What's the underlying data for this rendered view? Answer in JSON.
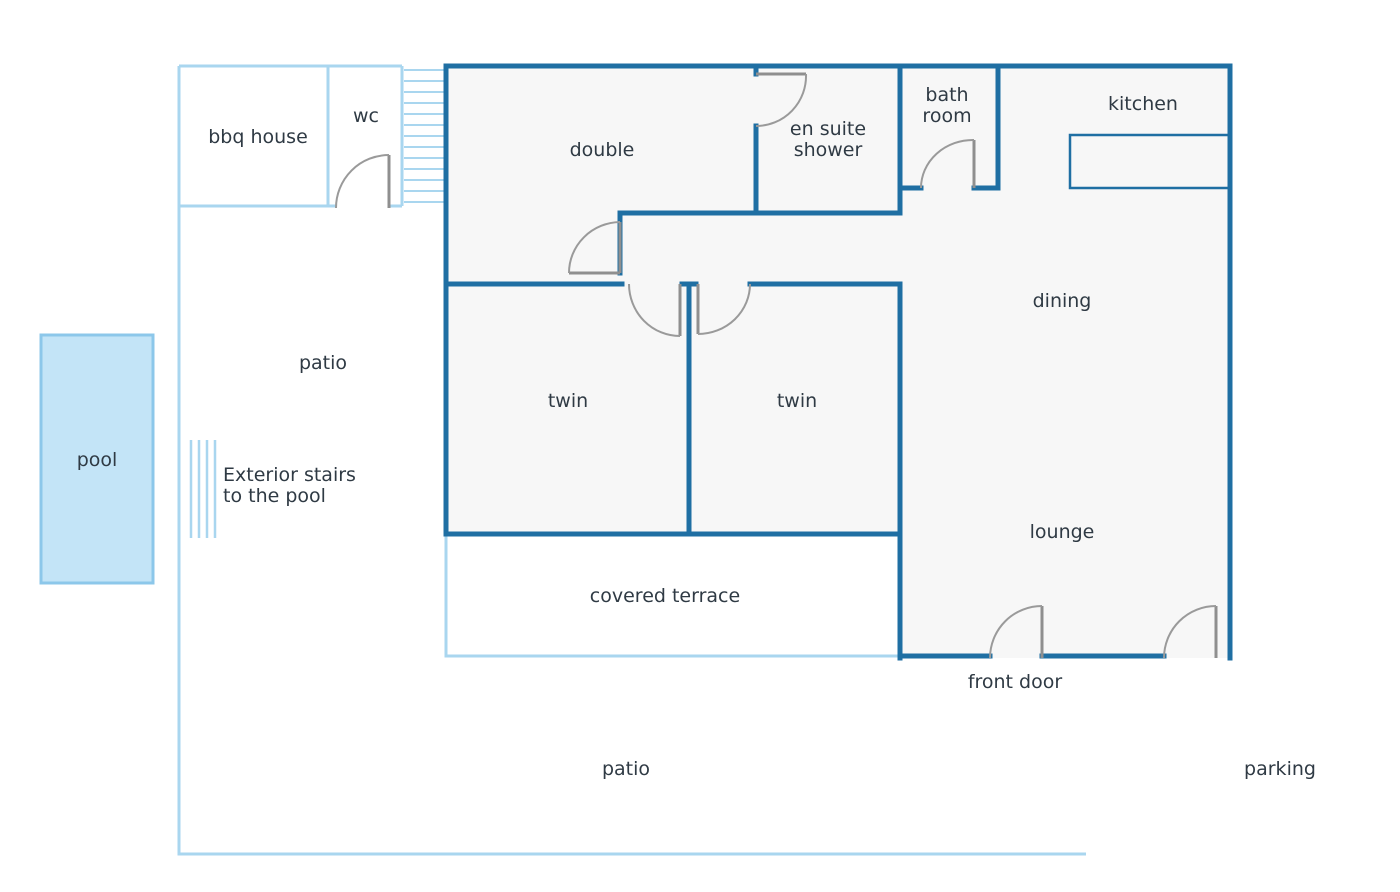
{
  "labels": {
    "bbq_house": "bbq house",
    "wc": "wc",
    "double": "double",
    "en_suite_1": "en suite",
    "en_suite_2": "shower",
    "bath_1": "bath",
    "bath_2": "room",
    "kitchen": "kitchen",
    "dining": "dining",
    "patio_upper": "patio",
    "pool": "pool",
    "stairs_1": "Exterior stairs",
    "stairs_2": "to the pool",
    "twin_left": "twin",
    "twin_right": "twin",
    "lounge": "lounge",
    "covered_terrace": "covered terrace",
    "front_door": "front door",
    "patio_lower": "patio",
    "parking": "parking"
  },
  "colors": {
    "interior_wall": "#1f6fa3",
    "exterior_line": "#a9d6ef",
    "pool_fill": "#c3e4f7",
    "pool_stroke": "#8cc7ea",
    "floor_fill": "#f7f7f7",
    "door": "#8f8f8f",
    "text": "#2f3a44"
  }
}
